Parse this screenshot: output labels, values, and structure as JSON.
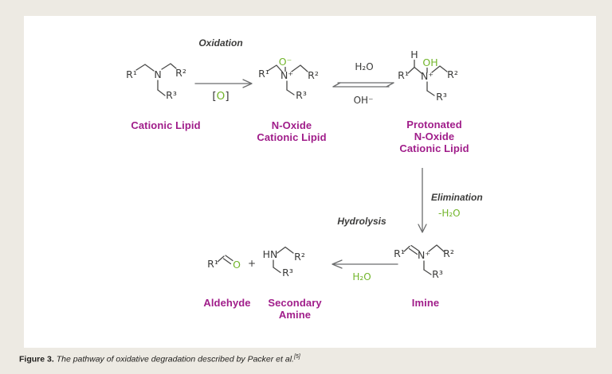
{
  "colors": {
    "background": "#edeae3",
    "panel": "#ffffff",
    "ink": "#3b3b3a",
    "bond": "#4a4a49",
    "arrow_gray": "#6b6c6d",
    "accent_green": "#72b52b",
    "label_magenta": "#a01d8a"
  },
  "molecules": {
    "cationic_lipid": {
      "name": "Cationic Lipid",
      "r1": "R¹",
      "n": "N",
      "r2": "R²",
      "r3": "R³"
    },
    "n_oxide": {
      "name1": "N-Oxide",
      "name2": "Cationic Lipid",
      "o": "O⁻",
      "r1": "R¹",
      "n": "N⁺",
      "r2": "R²",
      "r3": "R³"
    },
    "protonated_n_oxide": {
      "name1": "Protonated",
      "name2": "N-Oxide",
      "name3": "Cationic Lipid",
      "h": "H",
      "oh": "OH",
      "r1": "R¹",
      "n": "N⁺",
      "r2": "R²",
      "r3": "R³"
    },
    "imine": {
      "name": "Imine",
      "r1": "R¹",
      "n": "N⁺",
      "r2": "R²",
      "r3": "R³"
    },
    "aldehyde": {
      "name": "Aldehyde",
      "r1": "R¹",
      "o": "O"
    },
    "secondary_amine": {
      "name1": "Secondary",
      "name2": "Amine",
      "hn": "HN",
      "r2": "R²",
      "r3": "R³"
    },
    "plus": "+"
  },
  "reactions": {
    "oxidation": {
      "label": "Oxidation",
      "bracket_open": "[",
      "oxygen": "O",
      "bracket_close": "]"
    },
    "equilibrium": {
      "forward_reagent": "H₂O",
      "reverse_reagent": "OH⁻"
    },
    "elimination": {
      "label": "Elimination",
      "byproduct": "-H₂O"
    },
    "hydrolysis": {
      "label": "Hydrolysis",
      "reagent": "H₂O"
    }
  },
  "caption": {
    "label": "Figure 3.",
    "text": "The pathway of oxidative degradation described by Packer et al.",
    "reference": "[5]"
  }
}
